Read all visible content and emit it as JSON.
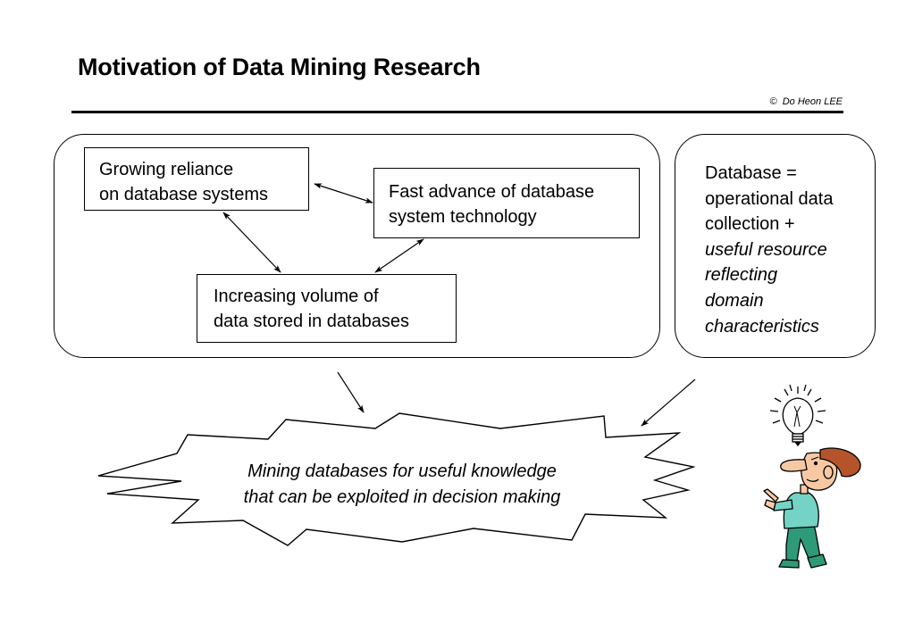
{
  "slide": {
    "title": "Motivation of Data Mining Research",
    "copyright_symbol": "©",
    "copyright_text": "Do Heon LEE"
  },
  "boxes": {
    "reliance": {
      "line1": "Growing reliance",
      "line2": "on database systems"
    },
    "advance": {
      "line1": "Fast advance of database",
      "line2": "system technology"
    },
    "volume": {
      "line1": "Increasing volume of",
      "line2": "data stored in databases"
    }
  },
  "definition": {
    "line1": "Database =",
    "line2": "operational data",
    "line3": "collection +",
    "line4": "useful resource",
    "line5": "reflecting",
    "line6": "domain",
    "line7": "characteristics"
  },
  "conclusion": {
    "line1": "Mining databases for useful knowledge",
    "line2": "that can be exploited in decision making"
  },
  "icons": {
    "lightbulb": "lightbulb-icon",
    "person": "pointing-person-icon"
  },
  "colors": {
    "shirt": "#74d3c4",
    "pants": "#2e9a78",
    "hair": "#b5542a",
    "skin": "#f7c9a3"
  }
}
